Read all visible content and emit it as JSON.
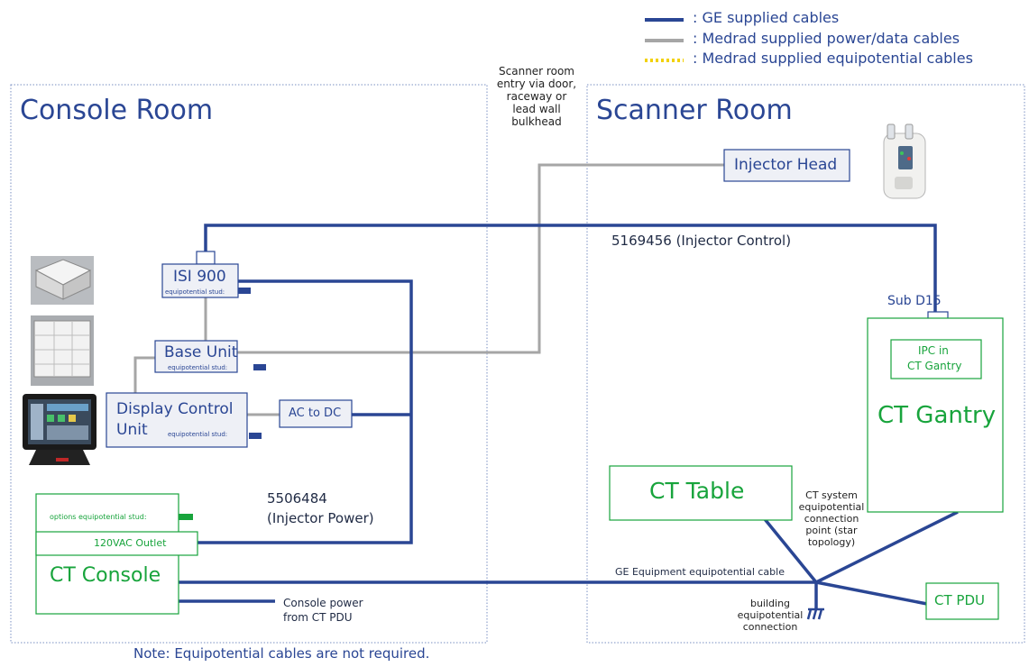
{
  "legend": {
    "ge_cables": ": GE supplied cables",
    "medrad_power": ": Medrad supplied power/data cables",
    "medrad_equip": ": Medrad supplied equipotential cables"
  },
  "rooms": {
    "console": "Console Room",
    "scanner": "Scanner Room"
  },
  "entry_note": [
    "Scanner room",
    "entry via door,",
    "raceway or",
    "lead wall",
    "bulkhead"
  ],
  "boxes": {
    "injector_head": "Injector Head",
    "isi900": "ISI 900",
    "isi900_stud": "equipotential stud:",
    "base_unit": "Base Unit",
    "base_unit_stud": "equipotential stud:",
    "display_control_1": "Display Control",
    "display_control_2": "Unit",
    "display_control_stud": "equipotential stud:",
    "ac_to_dc": "AC to DC",
    "options_stud": "options equipotential stud:",
    "outlet": "120VAC Outlet",
    "ct_console": "CT Console",
    "ipc_1": "IPC in",
    "ipc_2": "CT Gantry",
    "ct_gantry": "CT Gantry",
    "ct_table": "CT Table",
    "ct_pdu": "CT PDU"
  },
  "labels": {
    "injector_control": "5169456  (Injector Control)",
    "sub_d15": "Sub D15",
    "injector_power_1": "5506484",
    "injector_power_2": "(Injector Power)",
    "ge_equip_cable": "GE Equipment equipotential cable",
    "console_power_1": "Console power",
    "console_power_2": "from CT PDU",
    "star_point": [
      "CT system",
      "equipotential",
      "connection",
      "point (star",
      "topology)"
    ],
    "building": [
      "building",
      "equipotential",
      "connection"
    ],
    "note": "Note: Equipotential cables are not required."
  },
  "icons": [
    "injector-head-photo-icon",
    "isi900-photo-icon",
    "base-unit-photo-icon",
    "display-monitor-photo-icon",
    "ground-symbol-icon"
  ],
  "colors": {
    "ge_blue": "#2a4694",
    "medrad_gray": "#a6a6a6",
    "equip_yellow": "#f2d100",
    "ct_green": "#18a43c",
    "box_fill": "#eef0f6"
  }
}
